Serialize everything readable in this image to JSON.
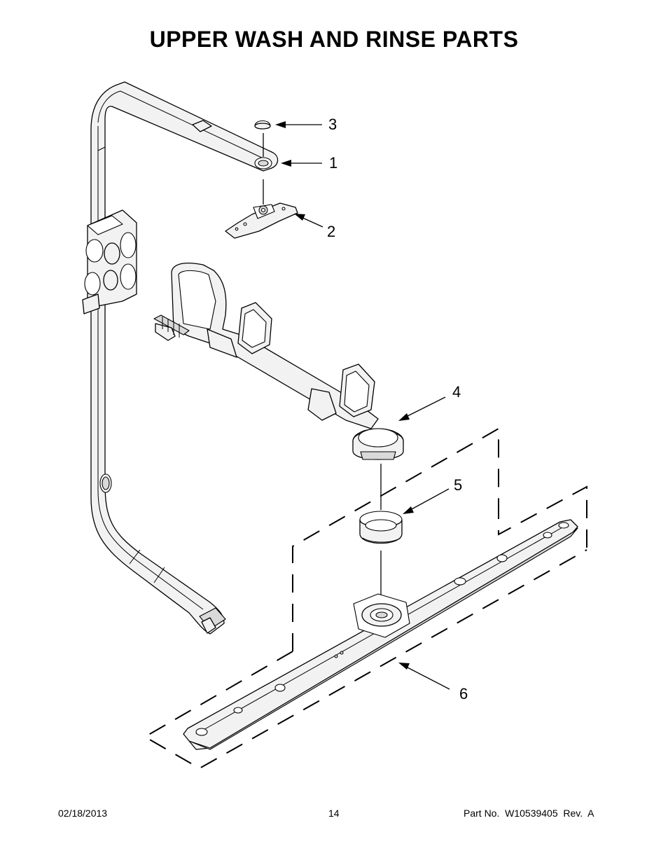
{
  "title": "UPPER WASH AND RINSE PARTS",
  "callouts": [
    {
      "number": "3"
    },
    {
      "number": "1"
    },
    {
      "number": "2"
    },
    {
      "number": "4"
    },
    {
      "number": "5"
    },
    {
      "number": "6"
    }
  ],
  "footer": {
    "date": "02/18/2013",
    "page": "14",
    "part_number": "Part No.  W10539405  Rev.  A"
  }
}
